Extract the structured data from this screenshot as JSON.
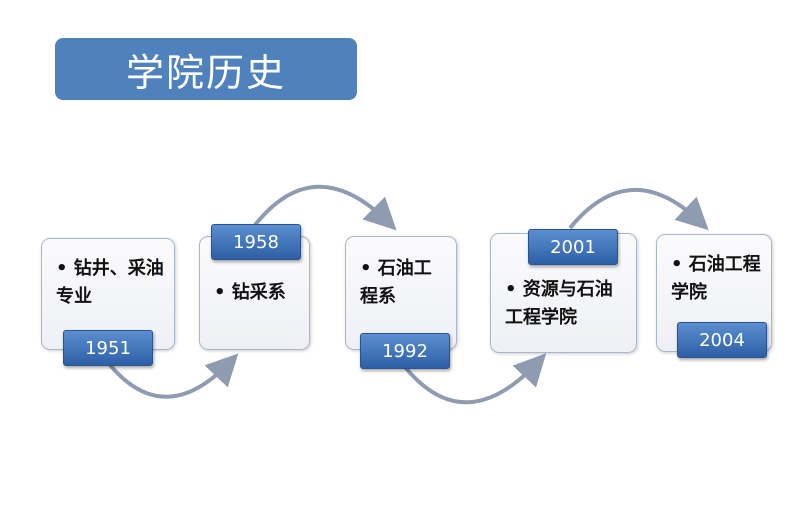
{
  "title": "学院历史",
  "stages": [
    {
      "year": "1951",
      "text": "• 钻井、采油专业"
    },
    {
      "year": "1958",
      "text": "• 钻采系"
    },
    {
      "year": "1992",
      "text": "• 石油工程系"
    },
    {
      "year": "2001",
      "text": "• 资源与石油工程学院"
    },
    {
      "year": "2004",
      "text": "• 石油工程学院"
    }
  ],
  "colors": {
    "title_bg": "#4f81bd",
    "year_bg": "#3a6db5",
    "arrow": "#8e9bb0"
  }
}
